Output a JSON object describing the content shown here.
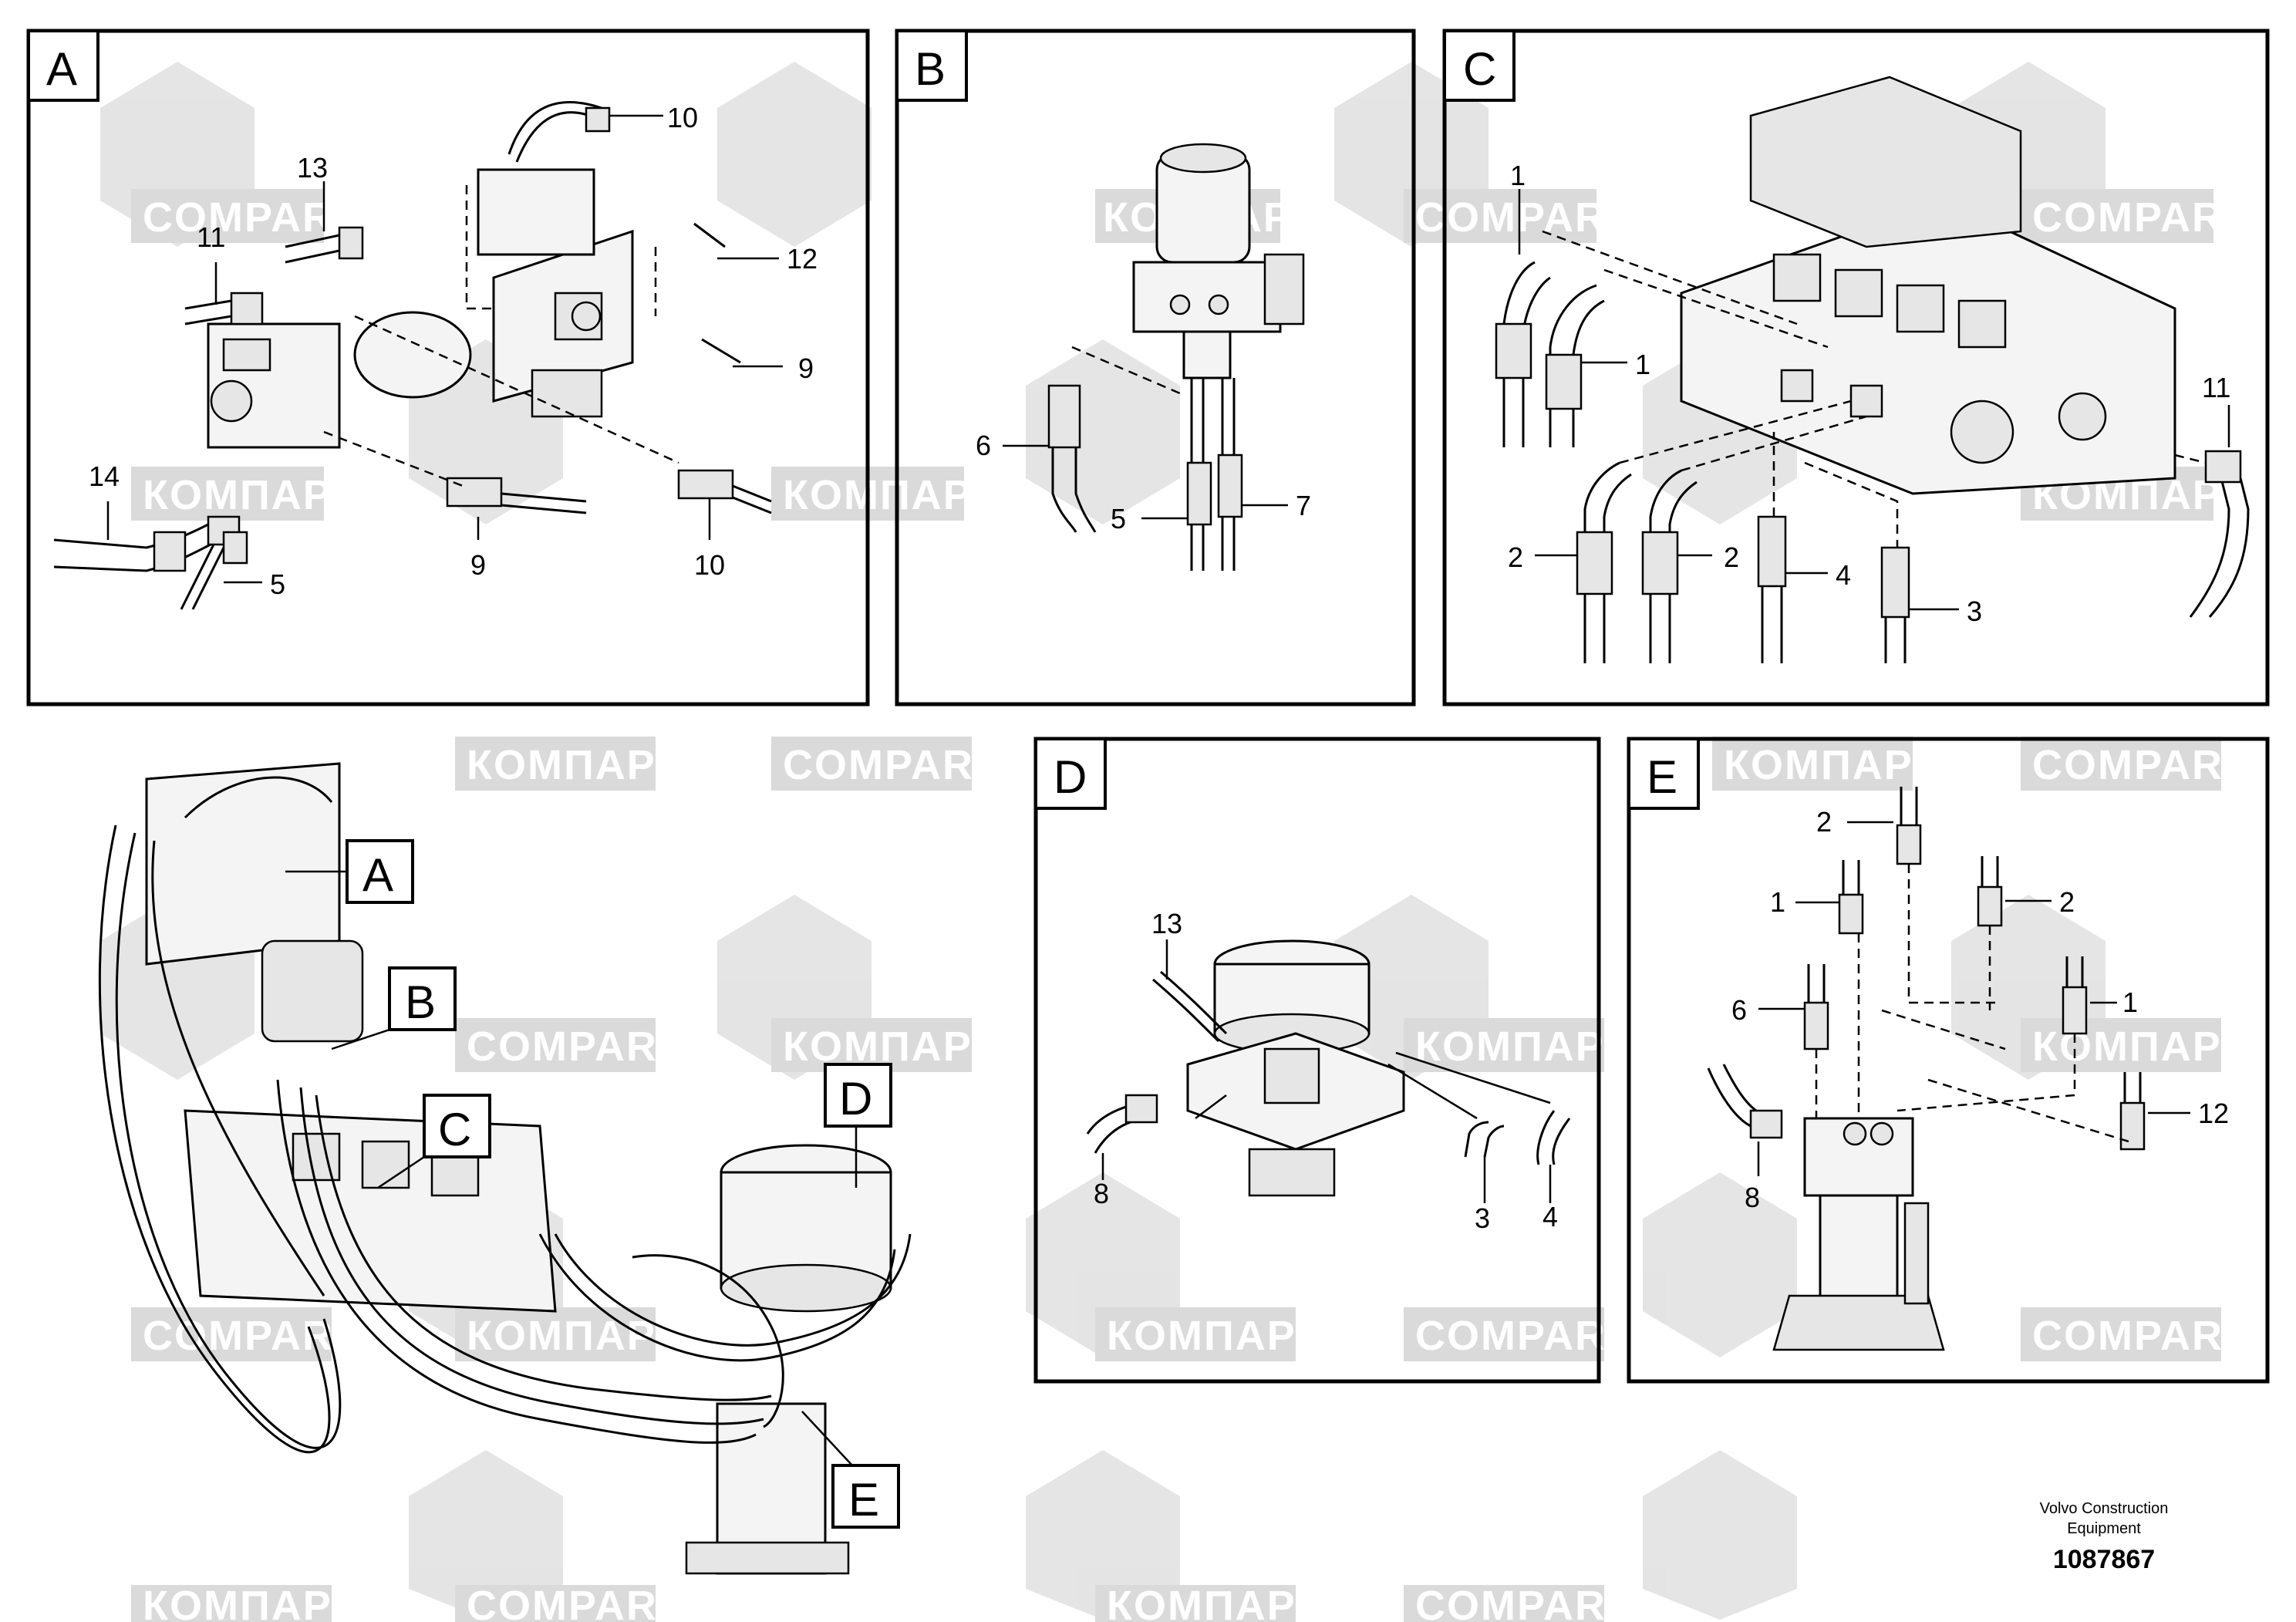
{
  "watermarks": [
    "COMPART",
    "КОМПАРТ"
  ],
  "panels": [
    {
      "id": "A",
      "label": "A",
      "callouts": [
        "13",
        "11",
        "10",
        "12",
        "9",
        "14",
        "5",
        "9",
        "10"
      ]
    },
    {
      "id": "B",
      "label": "B",
      "callouts": [
        "6",
        "5",
        "7"
      ]
    },
    {
      "id": "C",
      "label": "C",
      "callouts": [
        "1",
        "1",
        "11",
        "2",
        "2",
        "4",
        "3"
      ]
    },
    {
      "id": "D",
      "label": "D",
      "callouts": [
        "13",
        "8",
        "3",
        "4"
      ]
    },
    {
      "id": "E",
      "label": "E",
      "callouts": [
        "2",
        "1",
        "2",
        "6",
        "1",
        "12",
        "8"
      ]
    }
  ],
  "overview_tags": [
    "A",
    "B",
    "C",
    "D",
    "E"
  ],
  "footer": {
    "company_line1": "Volvo Construction",
    "company_line2": "Equipment",
    "drawing_number": "1087867"
  }
}
